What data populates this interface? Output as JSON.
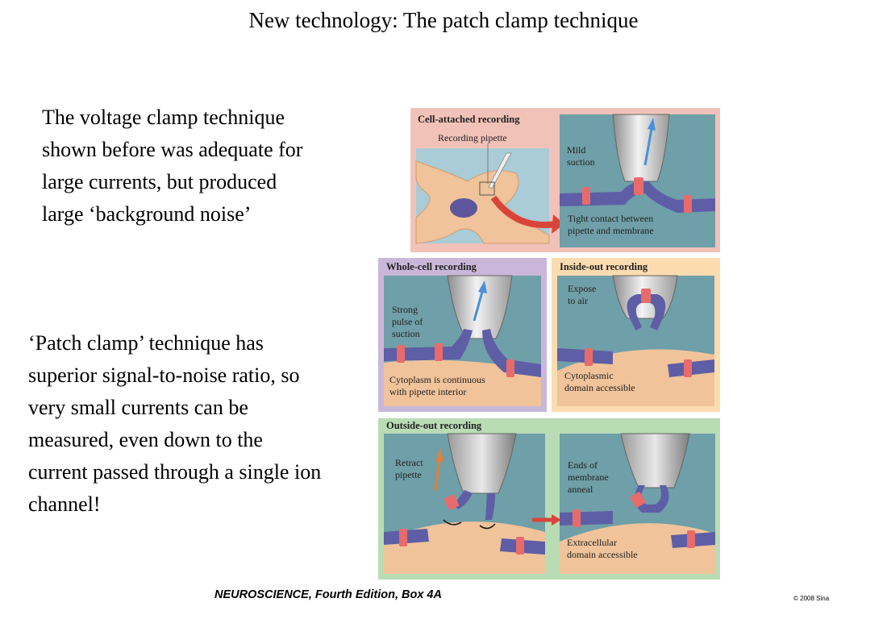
{
  "slide": {
    "title": "New technology:  The patch clamp technique",
    "paragraph1": "The voltage clamp technique shown before was adequate for large currents, but produced large ‘background noise’",
    "paragraph2": "‘Patch clamp’ technique has superior signal-to-noise ratio, so very small currents can be measured, even down to the current passed through a single ion channel!",
    "footer_prefix": "NEUROSCIENCE,",
    "footer_suffix": " Fourth Edition, Box 4A",
    "copyright": "© 2008 Sina"
  },
  "figure": {
    "cell_attached": {
      "title": "Cell-attached recording",
      "recording_pipette": "Recording pipette",
      "mild_suction": [
        "Mild",
        "suction"
      ],
      "tight_contact": [
        "Tight contact between",
        "pipette and membrane"
      ]
    },
    "whole_cell": {
      "title": "Whole-cell recording",
      "strong_pulse": [
        "Strong",
        "pulse of",
        "suction"
      ],
      "cytoplasm": [
        "Cytoplasm is continuous",
        "with pipette interior"
      ]
    },
    "inside_out": {
      "title": "Inside-out recording",
      "expose": [
        "Expose",
        "to air"
      ],
      "cytoplasmic": [
        "Cytoplasmic",
        "domain accessible"
      ]
    },
    "outside_out": {
      "title": "Outside-out recording",
      "retract": [
        "Retract",
        "pipette"
      ],
      "ends": [
        "Ends of",
        "membrane",
        "anneal"
      ],
      "extracellular": [
        "Extracellular",
        "domain accessible"
      ]
    }
  },
  "colors": {
    "cell_attached_bg": "#f2c2b8",
    "whole_cell_bg": "#c9b7d9",
    "inside_out_bg": "#fbdcb0",
    "outside_out_bg": "#b9dcb5",
    "fluid": "#6f9fa8",
    "membrane": "#5e5ea6",
    "channel": "#e86b6b",
    "cell": "#f0c39a",
    "arrow_blue": "#4a90d9",
    "arrow_red": "#d9443a"
  }
}
